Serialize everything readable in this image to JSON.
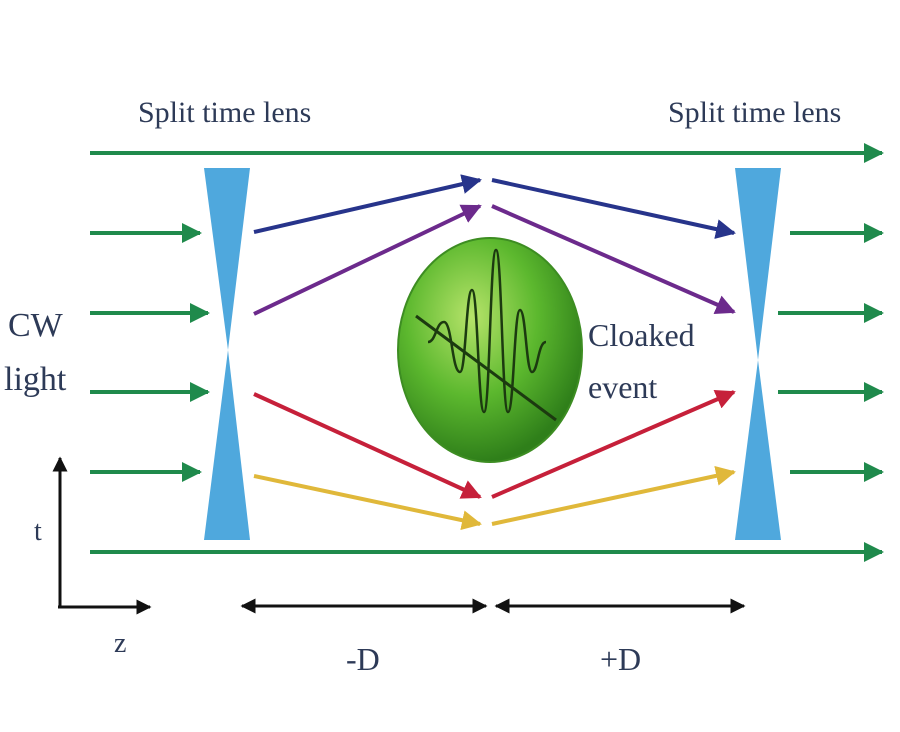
{
  "labels": {
    "lens_left": "Split time lens",
    "lens_right": "Split time lens",
    "cw_line1": "CW",
    "cw_line2": "light",
    "event_line1": "Cloaked",
    "event_line2": "event",
    "axis_t": "t",
    "axis_z": "z",
    "dist_minus": "-D",
    "dist_plus": "+D"
  },
  "colors": {
    "beam": "#1f8a4c",
    "lens": "#4fa8dd",
    "text": "#2d3a57",
    "blue_ray": "#27348b",
    "purple_ray": "#6c2a8c",
    "red_ray": "#c6203a",
    "yellow_ray": "#e0b83a",
    "event_sphere": "#5cb82e",
    "axis": "#000000"
  },
  "icons": [
    "arrow-right-icon",
    "wave-packet-icon",
    "double-arrow-icon"
  ]
}
